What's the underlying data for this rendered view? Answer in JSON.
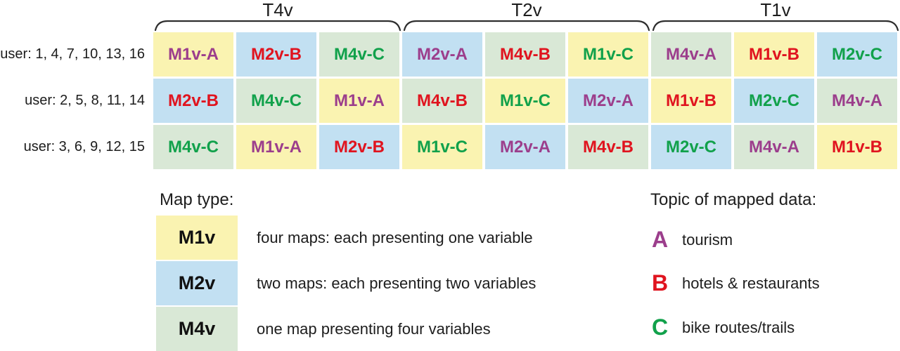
{
  "colors": {
    "map_bg": {
      "M1v": "#FAF3B1",
      "M2v": "#C2E0F2",
      "M4v": "#D9E8D6"
    },
    "topic_text": {
      "A": "#9C3E8C",
      "B": "#E0141F",
      "C": "#11A14B"
    },
    "text_dark": "#1d1d1d",
    "brace_stroke": "#2e2e2e"
  },
  "table": {
    "group_headers": [
      "T4v",
      "T2v",
      "T1v"
    ],
    "rows": [
      {
        "user_label": "user: 1, 4, 7, 10, 13, 16",
        "cells": [
          {
            "label": "M1v-A",
            "map": "M1v",
            "topic": "A"
          },
          {
            "label": "M2v-B",
            "map": "M2v",
            "topic": "B"
          },
          {
            "label": "M4v-C",
            "map": "M4v",
            "topic": "C"
          },
          {
            "label": "M2v-A",
            "map": "M2v",
            "topic": "A"
          },
          {
            "label": "M4v-B",
            "map": "M4v",
            "topic": "B"
          },
          {
            "label": "M1v-C",
            "map": "M1v",
            "topic": "C"
          },
          {
            "label": "M4v-A",
            "map": "M4v",
            "topic": "A"
          },
          {
            "label": "M1v-B",
            "map": "M1v",
            "topic": "B"
          },
          {
            "label": "M2v-C",
            "map": "M2v",
            "topic": "C"
          }
        ]
      },
      {
        "user_label": "user: 2, 5, 8, 11, 14",
        "cells": [
          {
            "label": "M2v-B",
            "map": "M2v",
            "topic": "B"
          },
          {
            "label": "M4v-C",
            "map": "M4v",
            "topic": "C"
          },
          {
            "label": "M1v-A",
            "map": "M1v",
            "topic": "A"
          },
          {
            "label": "M4v-B",
            "map": "M4v",
            "topic": "B"
          },
          {
            "label": "M1v-C",
            "map": "M1v",
            "topic": "C"
          },
          {
            "label": "M2v-A",
            "map": "M2v",
            "topic": "A"
          },
          {
            "label": "M1v-B",
            "map": "M1v",
            "topic": "B"
          },
          {
            "label": "M2v-C",
            "map": "M2v",
            "topic": "C"
          },
          {
            "label": "M4v-A",
            "map": "M4v",
            "topic": "A"
          }
        ]
      },
      {
        "user_label": "user: 3, 6, 9, 12, 15",
        "cells": [
          {
            "label": "M4v-C",
            "map": "M4v",
            "topic": "C"
          },
          {
            "label": "M1v-A",
            "map": "M1v",
            "topic": "A"
          },
          {
            "label": "M2v-B",
            "map": "M2v",
            "topic": "B"
          },
          {
            "label": "M1v-C",
            "map": "M1v",
            "topic": "C"
          },
          {
            "label": "M2v-A",
            "map": "M2v",
            "topic": "A"
          },
          {
            "label": "M4v-B",
            "map": "M4v",
            "topic": "B"
          },
          {
            "label": "M2v-C",
            "map": "M2v",
            "topic": "C"
          },
          {
            "label": "M4v-A",
            "map": "M4v",
            "topic": "A"
          },
          {
            "label": "M1v-B",
            "map": "M1v",
            "topic": "B"
          }
        ]
      }
    ]
  },
  "legend_map": {
    "title": "Map type:",
    "items": [
      {
        "swatch": "M1v",
        "map": "M1v",
        "description": "four maps: each presenting one variable"
      },
      {
        "swatch": "M2v",
        "map": "M2v",
        "description": "two maps: each presenting two variables"
      },
      {
        "swatch": "M4v",
        "map": "M4v",
        "description": "one map presenting four variables"
      }
    ]
  },
  "legend_topic": {
    "title": "Topic of mapped data:",
    "items": [
      {
        "letter": "A",
        "topic": "A",
        "description": "tourism"
      },
      {
        "letter": "B",
        "topic": "B",
        "description": "hotels & restaurants"
      },
      {
        "letter": "C",
        "topic": "C",
        "description": "bike routes/trails"
      }
    ]
  }
}
